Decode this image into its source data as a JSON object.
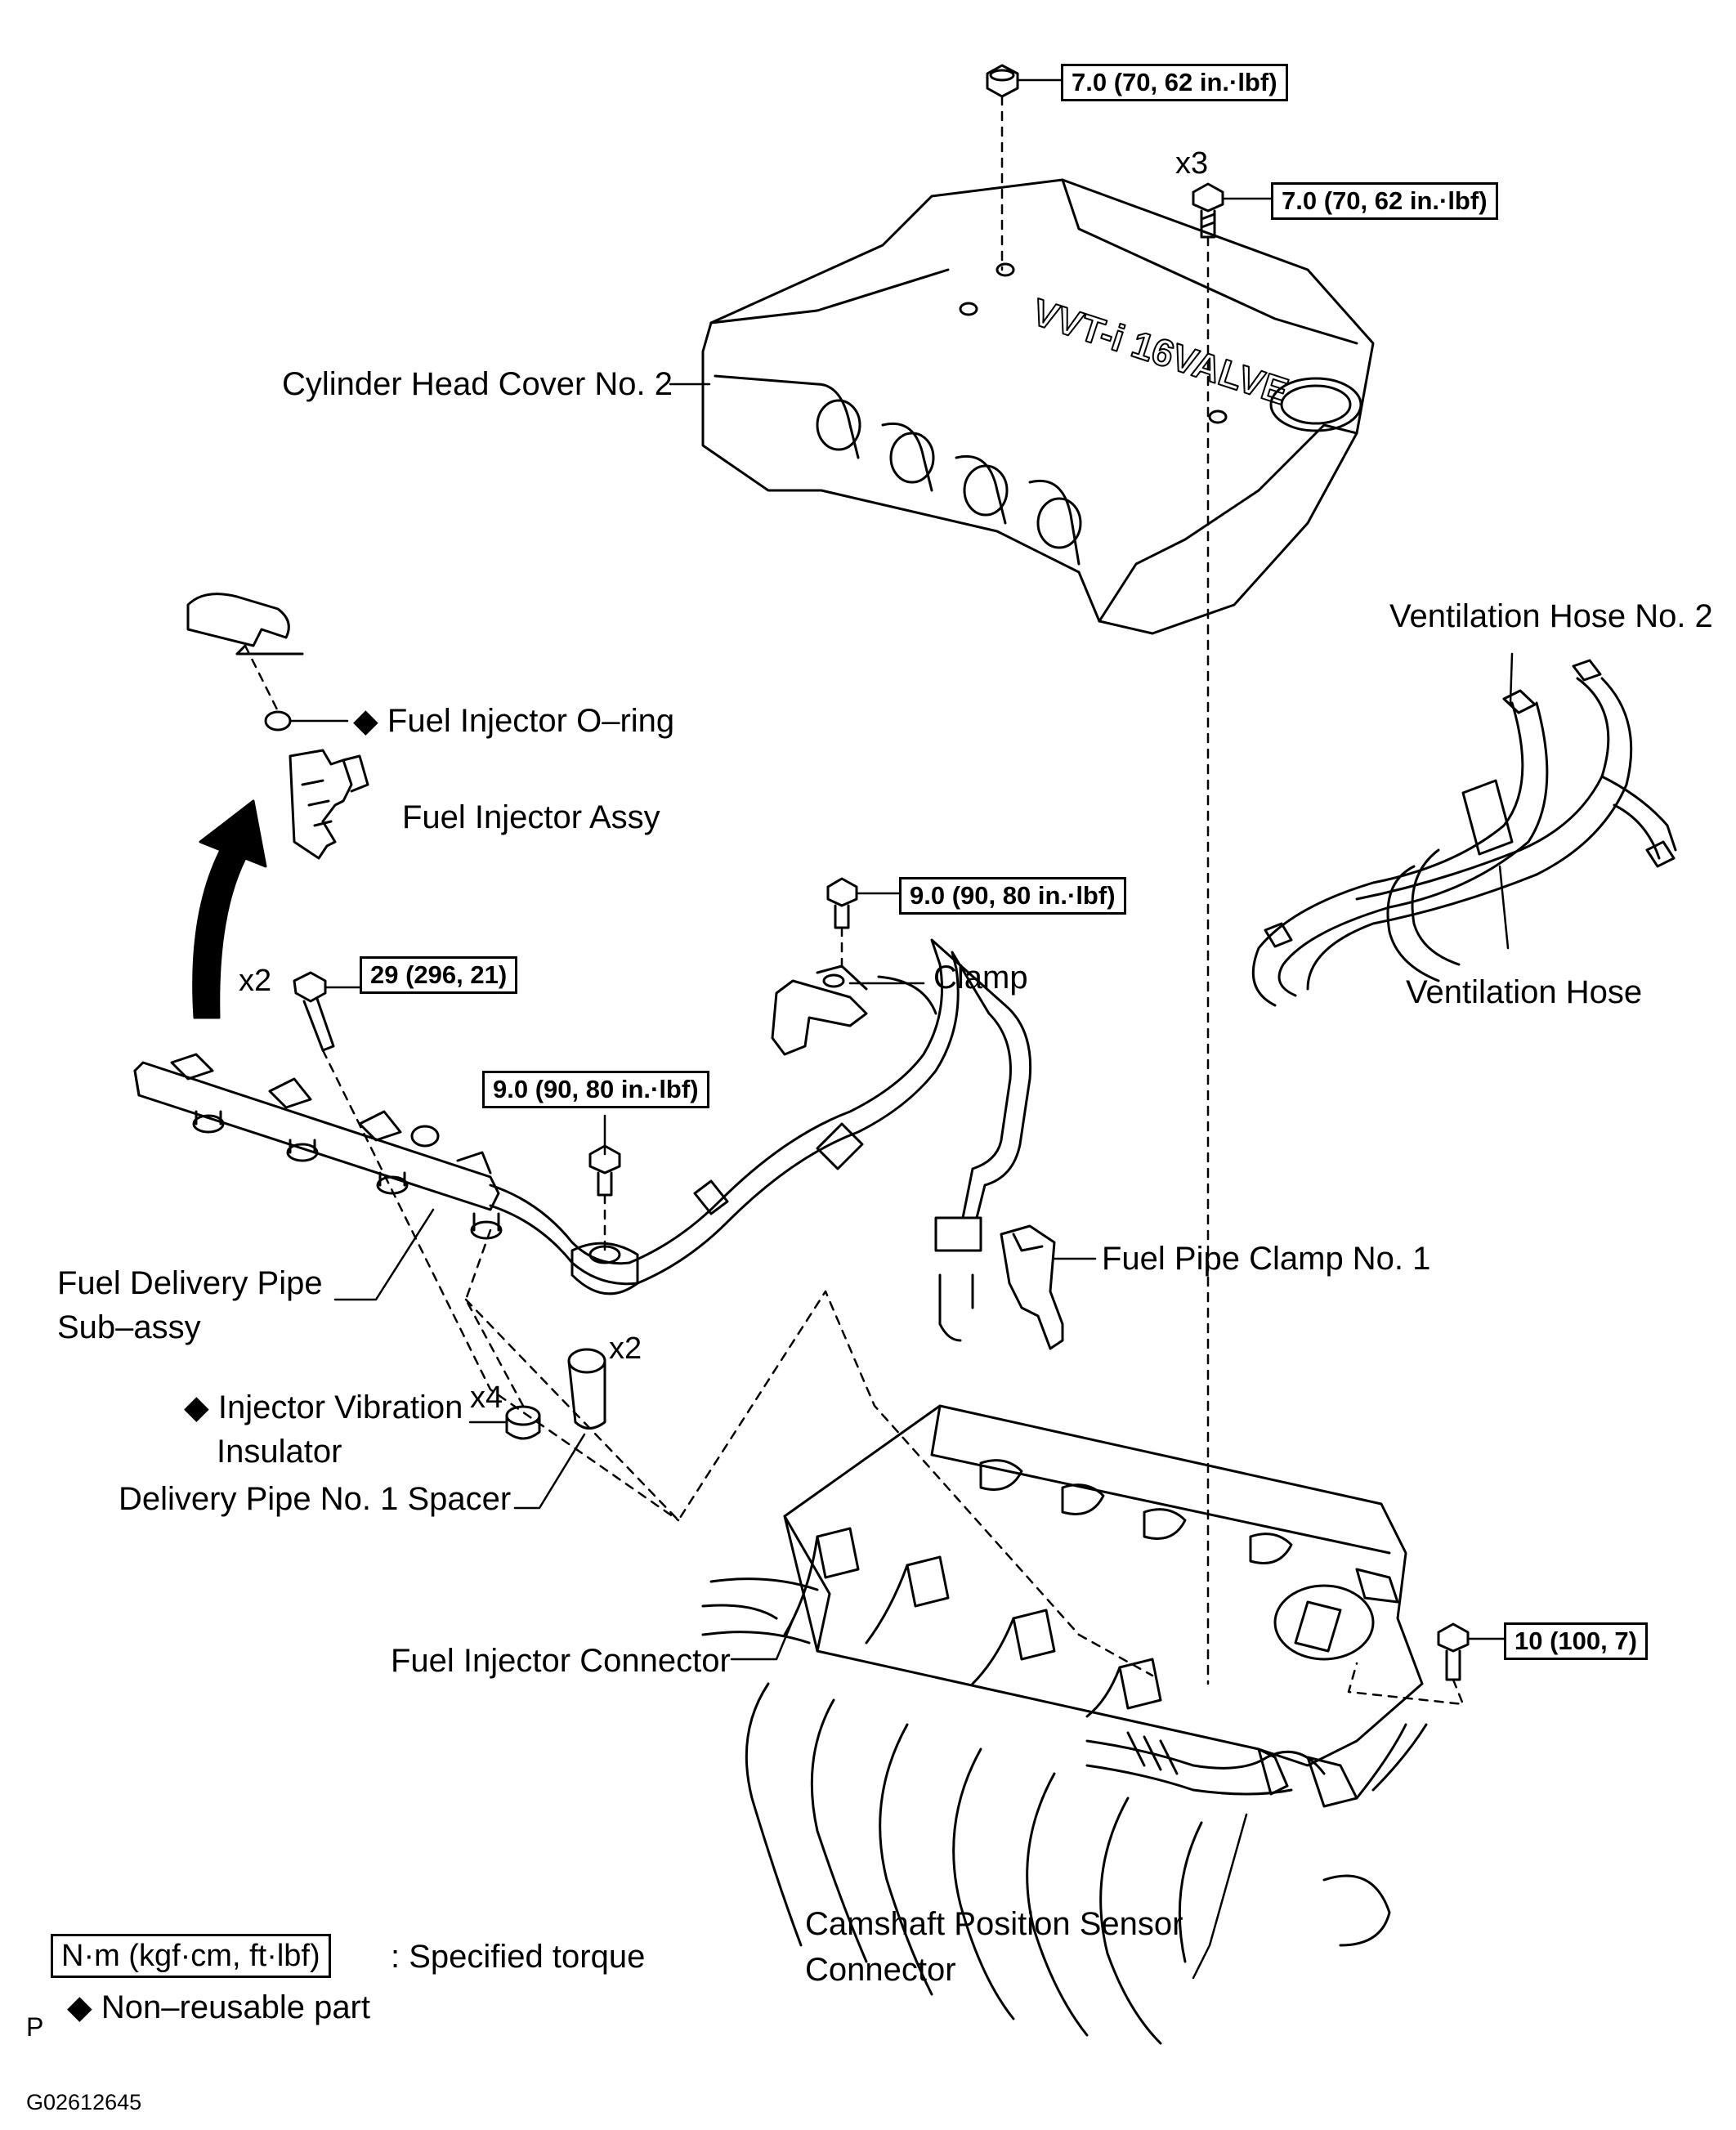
{
  "labels": {
    "cylinder_head_cover": "Cylinder Head Cover No. 2",
    "ventilation_hose_2": "Ventilation Hose No. 2",
    "ventilation_hose": "Ventilation Hose",
    "fuel_injector_oring": "Fuel Injector O–ring",
    "fuel_injector_assy": "Fuel Injector Assy",
    "clamp": "Clamp",
    "fuel_pipe_clamp_1": "Fuel Pipe Clamp No. 1",
    "fuel_delivery_pipe_l1": "Fuel Delivery Pipe",
    "fuel_delivery_pipe_l2": "Sub–assy",
    "injector_vibration_l1": "Injector Vibration",
    "injector_vibration_l2": "Insulator",
    "delivery_pipe_spacer": "Delivery Pipe No. 1 Spacer",
    "fuel_injector_connector": "Fuel Injector Connector",
    "camshaft_sensor_l1": "Camshaft Position Sensor",
    "camshaft_sensor_l2": "Connector"
  },
  "torques": {
    "cover_nut": "7.0 (70, 62 in.·lbf)",
    "cover_bolt": "7.0 (70, 62 in.·lbf)",
    "clamp_bolt": "9.0 (90, 80 in.·lbf)",
    "delivery_bolt": "29 (296, 21)",
    "pipe_bolt": "9.0 (90, 80 in.·lbf)",
    "head_bolt": "10 (100, 7)"
  },
  "multipliers": {
    "cover_bolt": "x3",
    "delivery_bolt": "x2",
    "spacer": "x2",
    "insulator": "x4"
  },
  "legend": {
    "torque_unit": "N·m (kgf·cm, ft·lbf)",
    "torque_desc": ": Specified torque",
    "non_reusable": "Non–reusable part",
    "non_reusable_symbol": "◆"
  },
  "footer": {
    "letter": "P",
    "code": "G02612645"
  },
  "embossed_text": "VVT-i 16VALVE"
}
